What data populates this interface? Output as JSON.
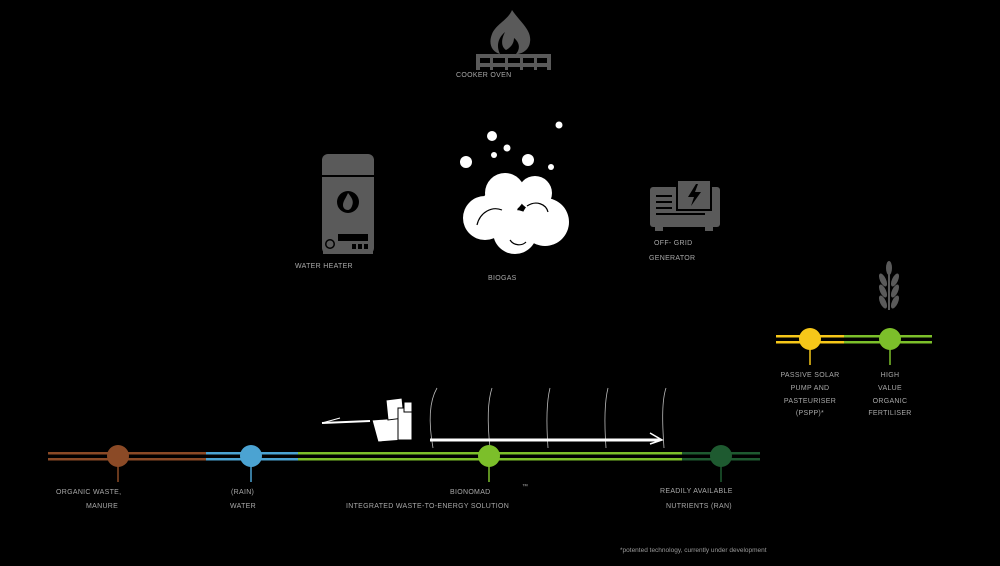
{
  "nodes": {
    "cooker": {
      "label": "COOKER OVEN",
      "icon": "cooker-flame-icon"
    },
    "water_heater": {
      "label": "WATER HEATER",
      "icon": "water-heater-icon"
    },
    "biogas": {
      "label": "BIOGAS",
      "icon": "biogas-cloud-icon"
    },
    "generator": {
      "label_1": "OFF- GRID",
      "label_2": "GENERATOR",
      "icon": "generator-icon"
    },
    "fertiliser_plant": {
      "icon": "wheat-icon"
    }
  },
  "timeline": [
    {
      "line1": "ORGANIC WASTE,",
      "line2": "MANURE",
      "color": "#8B4A26"
    },
    {
      "line1": "(RAIN)",
      "line2": "WATER",
      "color": "#4BA3D2"
    },
    {
      "line1": "BIONOMAD",
      "tm": "™",
      "line2": "INTEGRATED WASTE-TO-ENERGY SOLUTION",
      "color": "#7CBF2A"
    },
    {
      "line1": "READILY AVAILABLE",
      "line2": "NUTRIENTS (RAN)",
      "color": "#1E5A30"
    }
  ],
  "outputs": [
    {
      "lines": [
        "PASSIVE SOLAR",
        "PUMP AND",
        "PASTEURISER",
        "(PSPP)*"
      ],
      "color": "#F6C719"
    },
    {
      "lines": [
        "HIGH",
        "VALUE",
        "ORGANIC",
        "FERTILISER"
      ],
      "color": "#7CBF2A"
    }
  ],
  "footnote": "*potented technology, currently under development",
  "colors": {
    "brown": "#8B4A26",
    "blue": "#4BA3D2",
    "green": "#7CBF2A",
    "darkgreen": "#1E5A30",
    "yellow": "#F6C719",
    "icon_gray": "#5a5a5a"
  }
}
